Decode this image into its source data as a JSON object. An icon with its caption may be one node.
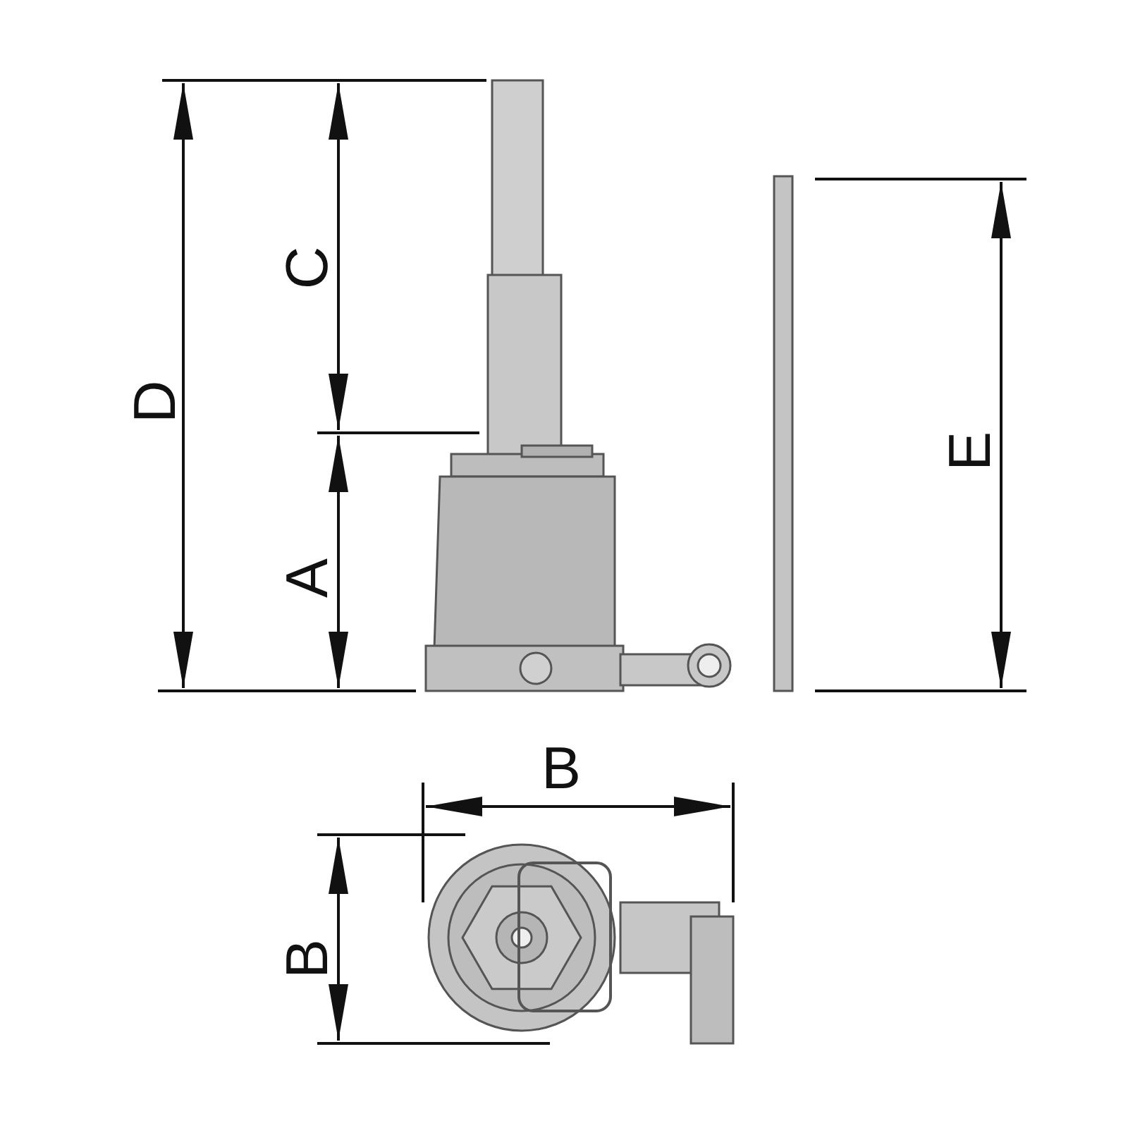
{
  "diagram": {
    "labels": [
      "D",
      "C",
      "A",
      "E",
      "B",
      "B"
    ]
  }
}
